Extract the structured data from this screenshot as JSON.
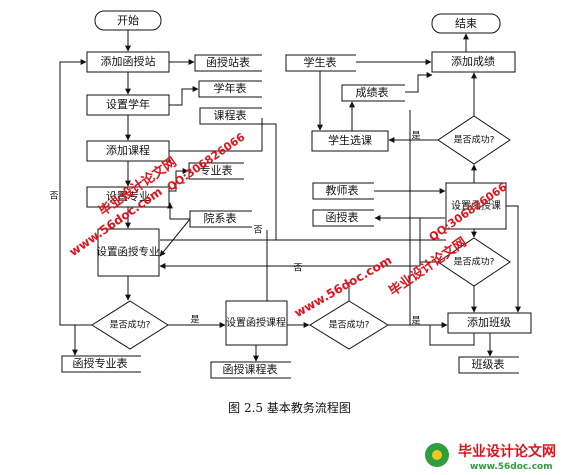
{
  "diagram": {
    "start": "开始",
    "end": "结束",
    "process": {
      "add_station": "添加函授站",
      "set_year": "设置学年",
      "add_course": "添加课程",
      "set_major": "设置专业",
      "set_corr_major": "设置函授专业",
      "set_corr_course": "设置函授课程",
      "add_grade": "添加成绩",
      "student_select": "学生选课",
      "set_corr_class": "设置函授课",
      "add_class": "添加班级"
    },
    "tables": {
      "station": "函授站表",
      "year": "学年表",
      "course": "课程表",
      "major": "专业表",
      "dept": "院系表",
      "corr_major": "函授专业表",
      "corr_course": "函授课程表",
      "student": "学生表",
      "grade": "成绩表",
      "teacher": "教师表",
      "corr": "函授表",
      "class": "班级表"
    },
    "decision": {
      "success": "是否成功?"
    },
    "edge": {
      "yes": "是",
      "no": "否"
    }
  },
  "caption": "图 2.5  基本教务流程图",
  "watermark": {
    "site": "www.56doc.com",
    "qq": "QQ:306826066",
    "brand": "毕业设计论文网"
  },
  "colors": {
    "stroke": "#111111",
    "watermark_red": "#e0131c",
    "logo_green": "#2e9e3f"
  }
}
